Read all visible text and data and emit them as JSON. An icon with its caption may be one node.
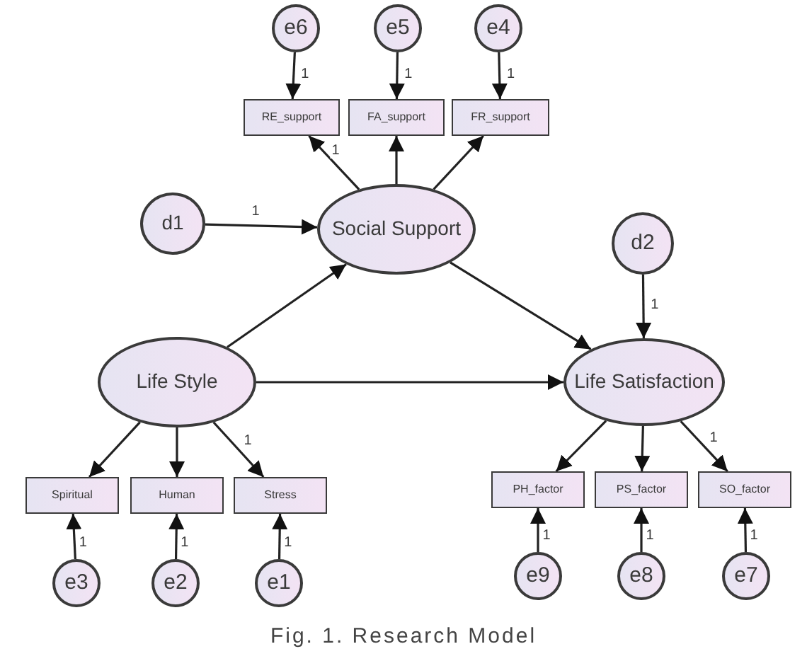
{
  "diagram": {
    "caption": "Fig. 1. Research Model",
    "nodes": [
      {
        "text": [
          "e6"
        ]
      },
      {
        "text": [
          "e5"
        ]
      },
      {
        "text": [
          "e4"
        ]
      },
      {
        "text": [
          "RE_support"
        ]
      },
      {
        "text": [
          "FA_support"
        ]
      },
      {
        "text": [
          "FR_support"
        ]
      },
      {
        "text": [
          "d1"
        ]
      },
      {
        "text": [
          "Social Support"
        ]
      },
      {
        "text": [
          "d2"
        ]
      },
      {
        "text": [
          "Life Style"
        ]
      },
      {
        "text": [
          "Life Satisfaction"
        ]
      },
      {
        "text": [
          "Spiritual"
        ]
      },
      {
        "text": [
          "Human"
        ]
      },
      {
        "text": [
          "Stress"
        ]
      },
      {
        "text": [
          "PH_factor"
        ]
      },
      {
        "text": [
          "PS_factor"
        ]
      },
      {
        "text": [
          "SO_factor"
        ]
      },
      {
        "text": [
          "e3"
        ]
      },
      {
        "text": [
          "e2"
        ]
      },
      {
        "text": [
          "e1"
        ]
      },
      {
        "text": [
          "e9"
        ]
      },
      {
        "text": [
          "e8"
        ]
      },
      {
        "text": [
          "e7"
        ]
      }
    ],
    "edges": [
      {
        "from": 0,
        "to": 3,
        "arrow": "to",
        "label": "1"
      },
      {
        "from": 1,
        "to": 4,
        "arrow": "to",
        "label": "1"
      },
      {
        "from": 2,
        "to": 5,
        "arrow": "to",
        "label": "1"
      },
      {
        "from": 7,
        "to": 3,
        "arrow": "to",
        "label": "1"
      },
      {
        "from": 7,
        "to": 4,
        "arrow": "to"
      },
      {
        "from": 7,
        "to": 5,
        "arrow": "to"
      },
      {
        "from": 6,
        "to": 7,
        "arrow": "to",
        "label": "1"
      },
      {
        "from": 9,
        "to": 7,
        "arrow": "to"
      },
      {
        "from": 7,
        "to": 10,
        "arrow": "to"
      },
      {
        "from": 9,
        "to": 10,
        "arrow": "to"
      },
      {
        "from": 8,
        "to": 10,
        "arrow": "to",
        "label": "1"
      },
      {
        "from": 9,
        "to": 11,
        "arrow": "to"
      },
      {
        "from": 9,
        "to": 12,
        "arrow": "to"
      },
      {
        "from": 9,
        "to": 13,
        "arrow": "to",
        "label": "1"
      },
      {
        "from": 10,
        "to": 14,
        "arrow": "to"
      },
      {
        "from": 10,
        "to": 15,
        "arrow": "to"
      },
      {
        "from": 10,
        "to": 16,
        "arrow": "to",
        "label": "1"
      },
      {
        "from": 17,
        "to": 11,
        "arrow": "to",
        "label": "1"
      },
      {
        "from": 18,
        "to": 12,
        "arrow": "to",
        "label": "1"
      },
      {
        "from": 19,
        "to": 13,
        "arrow": "to",
        "label": "1"
      },
      {
        "from": 20,
        "to": 14,
        "arrow": "to",
        "label": "1"
      },
      {
        "from": 21,
        "to": 15,
        "arrow": "to",
        "label": "1"
      },
      {
        "from": 22,
        "to": 16,
        "arrow": "to",
        "label": "1"
      }
    ]
  }
}
